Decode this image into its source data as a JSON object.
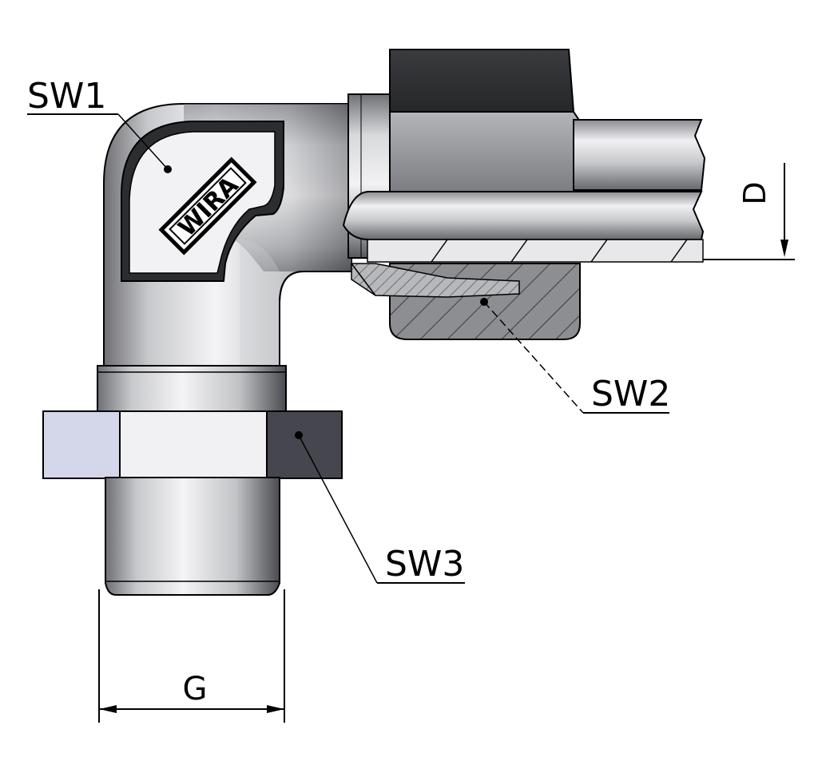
{
  "drawing": {
    "logo_text": "WIRA",
    "labels": {
      "sw1": "SW1",
      "sw2": "SW2",
      "sw3": "SW3",
      "d": "D",
      "g": "G"
    }
  },
  "colors": {
    "steel_light": "#e6e6e8",
    "steel_mid": "#b9babd",
    "steel_dark": "#7a7b80",
    "nut_dark": "#2f3033",
    "nut_face_light": "#d6d8e8",
    "nut_face_dark": "#46474f",
    "hatch": "#555555",
    "line": "#000000"
  }
}
